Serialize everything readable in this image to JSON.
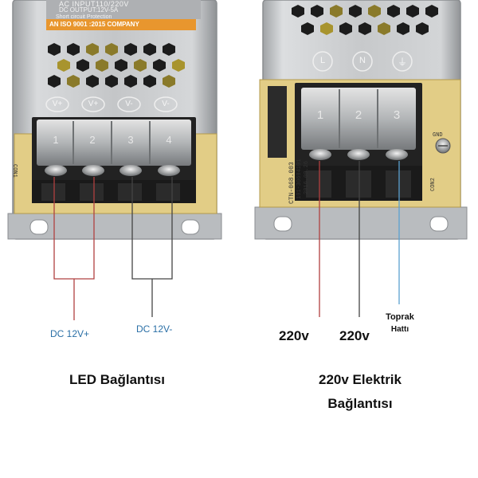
{
  "left_psu": {
    "input_label": "AC INPUT110/220V",
    "output_label": "DC OUTPUT:12V-5A",
    "protection_label": "Short circuit Protection",
    "iso_label": "AN ISO 9001 :2015 COMPANY",
    "board_label": "CON1",
    "terminals": [
      {
        "number": "1",
        "symbol": "V+"
      },
      {
        "number": "2",
        "symbol": "V+"
      },
      {
        "number": "3",
        "symbol": "V-"
      },
      {
        "number": "4",
        "symbol": "V-"
      }
    ]
  },
  "right_psu": {
    "terminals": [
      {
        "number": "1",
        "symbol": "L"
      },
      {
        "number": "2",
        "symbol": "N"
      },
      {
        "number": "3",
        "symbol": "⏚"
      }
    ],
    "board_text_1": "CTN-068.003",
    "board_text_2": "101-30604101",
    "board_text_3": "2016.09.26",
    "board_label": "CON2",
    "ground_label": "GND"
  },
  "labels": {
    "dc_positive": "DC 12V+",
    "dc_negative": "DC 12V-",
    "line_1": "220v",
    "line_2": "220v",
    "ground_line_1": "Toprak",
    "ground_line_2": "Hattı"
  },
  "captions": {
    "left": "LED Bağlantısı",
    "right_line_1": "220v Elektrik",
    "right_line_2": "Bağlantısı"
  },
  "colors": {
    "wire_red": "#b04040",
    "wire_dark": "#444444",
    "wire_blue": "#5aa0d0",
    "case_metal": "#c9cbcd",
    "pcb": "#e2cd86",
    "banner_orange": "#e8962e",
    "dc_text": "#2a6fa6"
  }
}
